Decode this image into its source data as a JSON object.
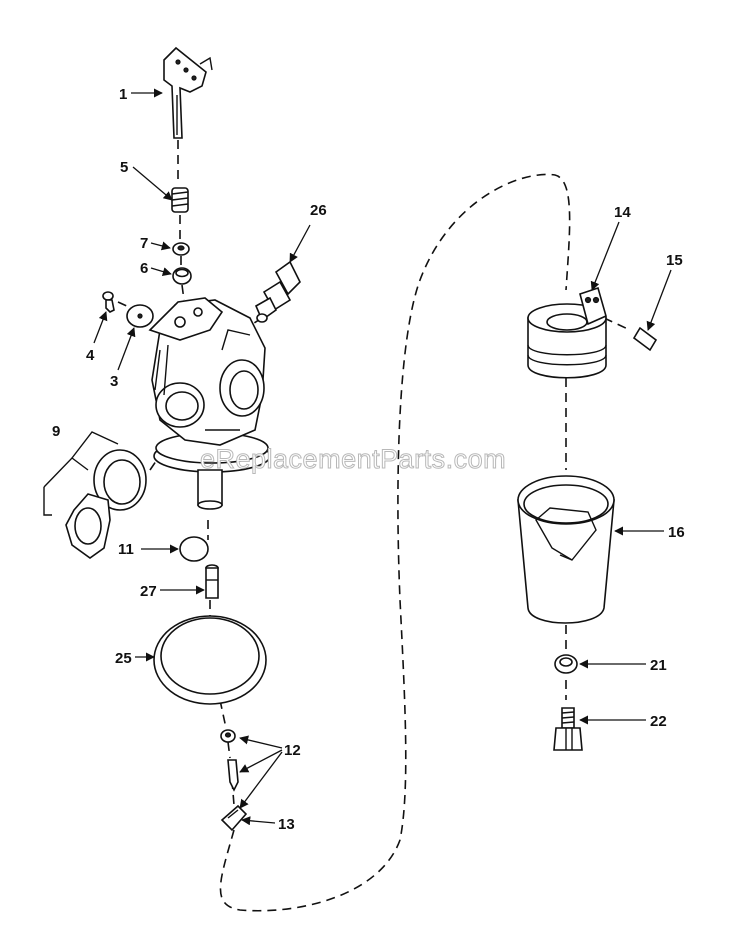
{
  "labels": {
    "p1": "1",
    "p3": "3",
    "p4": "4",
    "p5": "5",
    "p6": "6",
    "p7": "7",
    "p9": "9",
    "p11": "11",
    "p12": "12",
    "p13": "13",
    "p14": "14",
    "p15": "15",
    "p16": "16",
    "p21": "21",
    "p22": "22",
    "p25": "25",
    "p26": "26",
    "p27": "27"
  },
  "watermark": "eReplacementParts.com"
}
